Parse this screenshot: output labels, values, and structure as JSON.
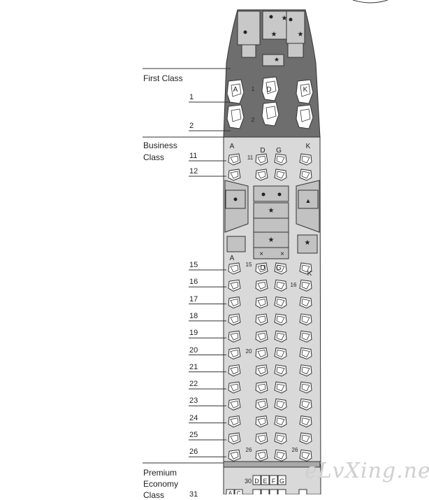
{
  "sections": {
    "first": "First Class",
    "business": [
      "Business",
      "Class"
    ],
    "premium": [
      "Premium",
      "Economy",
      "Class"
    ]
  },
  "first_rows": [
    "1",
    "2"
  ],
  "business_rows_top": [
    "11",
    "12"
  ],
  "business_rows_bottom": [
    "15",
    "16",
    "17",
    "18",
    "19",
    "20",
    "21",
    "22",
    "23",
    "24",
    "25",
    "26"
  ],
  "premium_row": "31",
  "first_cols": [
    "A",
    "D",
    "K"
  ],
  "business_cols": [
    "A",
    "D",
    "G",
    "K"
  ],
  "premium_cols_row30": [
    "D",
    "E",
    "F",
    "G"
  ],
  "premium_cols_row31": [
    "A",
    "C"
  ],
  "in_cabin_numbers": {
    "first": [
      "1",
      "2"
    ],
    "business": [
      "11",
      "15",
      "16",
      "20",
      "26",
      "26"
    ],
    "premium": "30"
  },
  "watermark": "eLvXing.net",
  "colors": {
    "first_cabin": "#6e6e6e",
    "business_cabin": "#d9d9d9",
    "seat_fill": "#ffffff",
    "galley": "#c2c2c2",
    "outline": "#333333"
  }
}
